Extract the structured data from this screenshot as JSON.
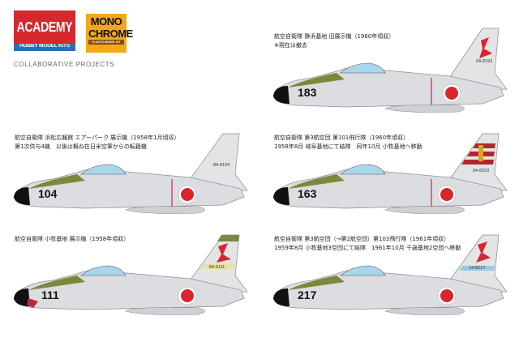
{
  "header": {
    "brand_academy": "ACADEMY",
    "brand_academy_sub": "HOBBY MODEL KITS",
    "brand_mono_line1": "MONO",
    "brand_mono_line2": "CHROME",
    "brand_mono_sub": "PLASTIC MODEL KIT",
    "subtitle": "COLLABORATIVE PROJECTS"
  },
  "aircraft": [
    {
      "caption_line1": "航空自衛隊 静浜基地 旧展示機（1960年頃収）",
      "caption_line2": "※現在は撤去",
      "nose_number": "183",
      "tail_code": "04-8193",
      "tail_style": "red-emblem"
    },
    {
      "caption_line1": "航空自衛隊 浜松広報館 エアーパーク 展示機（1958年1月頃収）",
      "caption_line2": "第1次供与4機　以後は概ね在日米空軍からの転籍機",
      "nose_number": "104",
      "tail_code": "84-8104",
      "tail_style": "plain"
    },
    {
      "caption_line1": "航空自衛隊 第3航空団 第101飛行隊（1960年頃収）",
      "caption_line2": "1958年8月 岐阜基地にて結隊　同年10月 小牧基地へ移動",
      "nose_number": "163",
      "tail_code": "04-8163",
      "tail_style": "red-stripes"
    },
    {
      "caption_line1": "航空自衛隊 小牧基地 展示機（1958年頃収）",
      "caption_line2": "",
      "nose_number": "111",
      "tail_code": "84-8111",
      "tail_style": "olive-emblem"
    },
    {
      "caption_line1": "航空自衛隊 第3航空団（→第2航空団）第103飛行隊（1961年頃収）",
      "caption_line2": "1959年8月 小牧基地3空団にて結隊　1961年10月 千歳基地2空団へ移動",
      "nose_number": "217",
      "tail_code": "14-8217",
      "tail_style": "blue-emblem"
    }
  ],
  "colors": {
    "academy_red": "#d42a2e",
    "academy_blue": "#2a6fb8",
    "mono_orange": "#f1a81a",
    "fuselage": "#dcdde0",
    "olive": "#7a8a3a",
    "hinomaru": "#d8262e",
    "canopy": "#a9d6ea"
  }
}
